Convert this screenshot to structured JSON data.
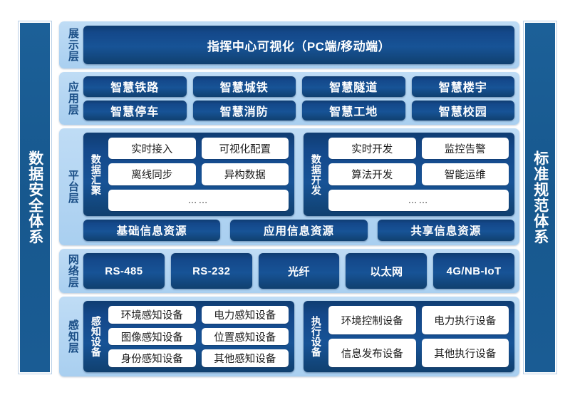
{
  "meta": {
    "diagram_title": "物联网平台总体架构",
    "colors": {
      "background": "#4a6b4c",
      "canvas": "#ffffff",
      "pillar_blue": "#1a5c94",
      "layer_light_blue": "#aed0f0",
      "navy": "#14488a",
      "chip_white": "#ffffff"
    }
  },
  "pillars": {
    "left": "数据安全体系",
    "right": "标准规范体系"
  },
  "layers": {
    "display": {
      "label": "展示层",
      "banner": "指挥中心可视化（PC端/移动端）"
    },
    "application": {
      "label": "应用层",
      "rows": [
        [
          "智慧铁路",
          "智慧城铁",
          "智慧隧道",
          "智慧楼宇"
        ],
        [
          "智慧停车",
          "智慧消防",
          "智慧工地",
          "智慧校园"
        ]
      ]
    },
    "platform": {
      "label": "平台层",
      "groups": [
        {
          "label": "数据汇聚",
          "rows": [
            [
              "实时接入",
              "可视化配置"
            ],
            [
              "离线同步",
              "异构数据"
            ]
          ],
          "more": "……"
        },
        {
          "label": "数据开发",
          "rows": [
            [
              "实时开发",
              "监控告警"
            ],
            [
              "算法开发",
              "智能运维"
            ]
          ],
          "more": "……"
        }
      ],
      "resources": [
        "基础信息资源",
        "应用信息资源",
        "共享信息资源"
      ]
    },
    "network": {
      "label": "网络层",
      "items": [
        "RS-485",
        "RS-232",
        "光纤",
        "以太网",
        "4G/NB-IoT"
      ]
    },
    "perception": {
      "label": "感知层",
      "groups": [
        {
          "label": "感知设备",
          "rows": [
            [
              "环境感知设备",
              "电力感知设备"
            ],
            [
              "图像感知设备",
              "位置感知设备"
            ],
            [
              "身份感知设备",
              "其他感知设备"
            ]
          ]
        },
        {
          "label": "执行设备",
          "rows": [
            [
              "环境控制设备",
              "电力执行设备"
            ],
            [
              "信息发布设备",
              "其他执行设备"
            ]
          ]
        }
      ]
    }
  }
}
